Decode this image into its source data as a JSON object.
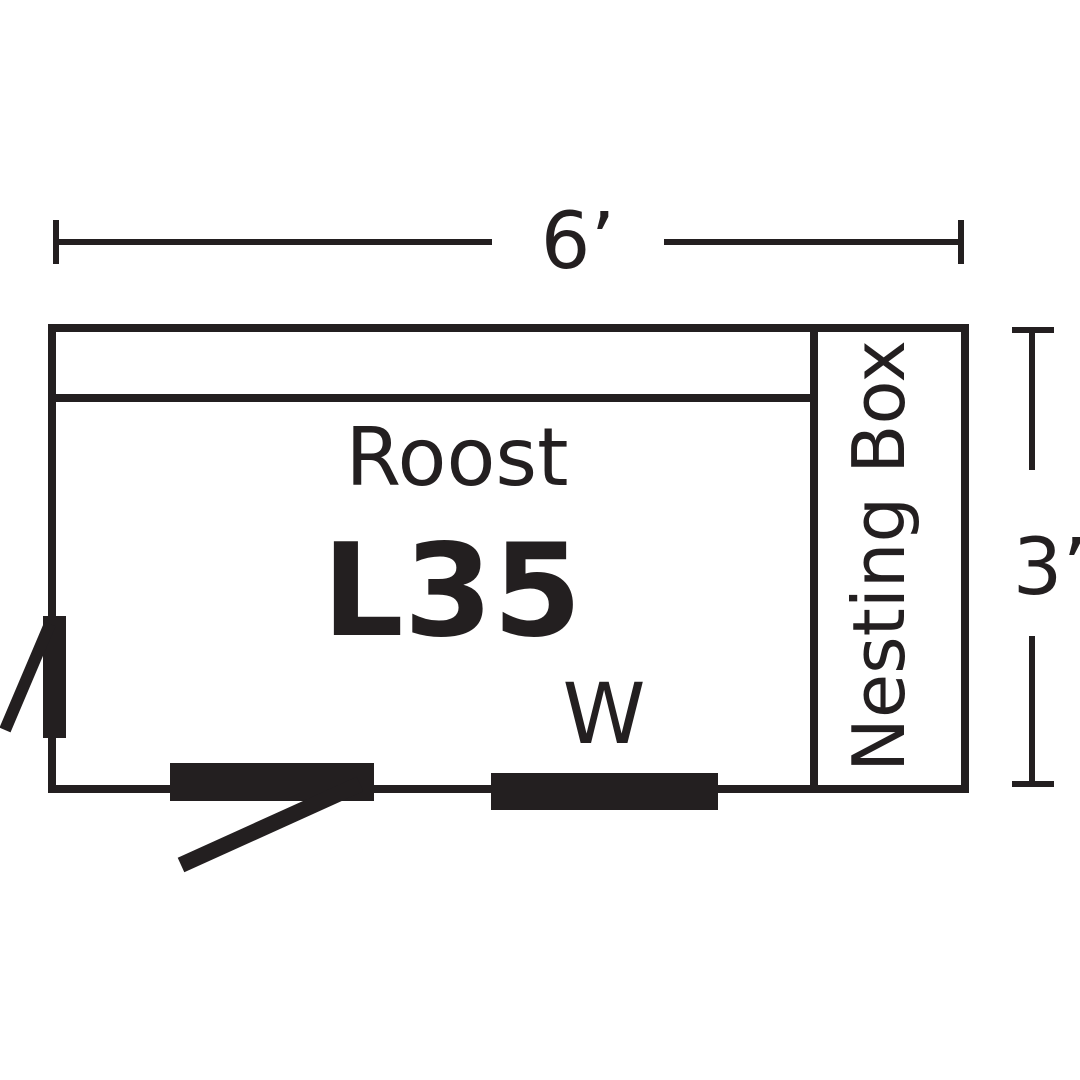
{
  "diagram": {
    "width_label": "6’",
    "depth_label": "3’",
    "roost_label": "Roost",
    "model_label": "L35",
    "window_label": "W",
    "nesting_box_label": "Nesting Box",
    "line_color": "#231f20",
    "background_color": "#ffffff"
  }
}
